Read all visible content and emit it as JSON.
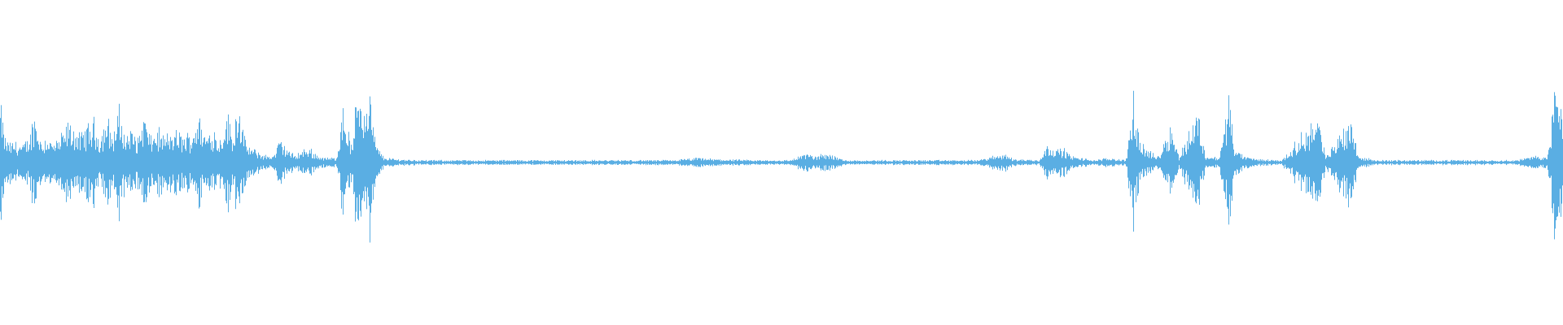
{
  "waveform": {
    "color": "#5aaee3",
    "background": "#ffffff",
    "envelope": [
      {
        "t": 0.0,
        "a": 0.5
      },
      {
        "t": 0.003,
        "a": 0.2
      },
      {
        "t": 0.007,
        "a": 0.16
      },
      {
        "t": 0.01,
        "a": 0.18
      },
      {
        "t": 0.014,
        "a": 0.14
      },
      {
        "t": 0.018,
        "a": 0.2
      },
      {
        "t": 0.022,
        "a": 0.42
      },
      {
        "t": 0.026,
        "a": 0.18
      },
      {
        "t": 0.03,
        "a": 0.22
      },
      {
        "t": 0.034,
        "a": 0.16
      },
      {
        "t": 0.038,
        "a": 0.2
      },
      {
        "t": 0.043,
        "a": 0.32
      },
      {
        "t": 0.047,
        "a": 0.3
      },
      {
        "t": 0.051,
        "a": 0.22
      },
      {
        "t": 0.055,
        "a": 0.3
      },
      {
        "t": 0.06,
        "a": 0.35
      },
      {
        "t": 0.064,
        "a": 0.2
      },
      {
        "t": 0.068,
        "a": 0.4
      },
      {
        "t": 0.072,
        "a": 0.22
      },
      {
        "t": 0.076,
        "a": 0.45
      },
      {
        "t": 0.08,
        "a": 0.22
      },
      {
        "t": 0.084,
        "a": 0.28
      },
      {
        "t": 0.088,
        "a": 0.2
      },
      {
        "t": 0.092,
        "a": 0.42
      },
      {
        "t": 0.096,
        "a": 0.2
      },
      {
        "t": 0.1,
        "a": 0.28
      },
      {
        "t": 0.105,
        "a": 0.22
      },
      {
        "t": 0.109,
        "a": 0.24
      },
      {
        "t": 0.113,
        "a": 0.26
      },
      {
        "t": 0.118,
        "a": 0.22
      },
      {
        "t": 0.122,
        "a": 0.25
      },
      {
        "t": 0.127,
        "a": 0.4
      },
      {
        "t": 0.131,
        "a": 0.22
      },
      {
        "t": 0.136,
        "a": 0.3
      },
      {
        "t": 0.14,
        "a": 0.18
      },
      {
        "t": 0.145,
        "a": 0.42
      },
      {
        "t": 0.149,
        "a": 0.22
      },
      {
        "t": 0.152,
        "a": 0.58
      },
      {
        "t": 0.156,
        "a": 0.2
      },
      {
        "t": 0.16,
        "a": 0.12
      },
      {
        "t": 0.164,
        "a": 0.1
      },
      {
        "t": 0.169,
        "a": 0.06
      },
      {
        "t": 0.175,
        "a": 0.06
      },
      {
        "t": 0.179,
        "a": 0.2
      },
      {
        "t": 0.183,
        "a": 0.12
      },
      {
        "t": 0.188,
        "a": 0.06
      },
      {
        "t": 0.193,
        "a": 0.1
      },
      {
        "t": 0.198,
        "a": 0.12
      },
      {
        "t": 0.203,
        "a": 0.06
      },
      {
        "t": 0.208,
        "a": 0.04
      },
      {
        "t": 0.215,
        "a": 0.04
      },
      {
        "t": 0.219,
        "a": 0.48
      },
      {
        "t": 0.222,
        "a": 0.3
      },
      {
        "t": 0.225,
        "a": 0.12
      },
      {
        "t": 0.229,
        "a": 0.72
      },
      {
        "t": 0.232,
        "a": 0.46
      },
      {
        "t": 0.236,
        "a": 0.66
      },
      {
        "t": 0.24,
        "a": 0.16
      },
      {
        "t": 0.245,
        "a": 0.05
      },
      {
        "t": 0.252,
        "a": 0.03
      },
      {
        "t": 0.27,
        "a": 0.02
      },
      {
        "t": 0.32,
        "a": 0.02
      },
      {
        "t": 0.38,
        "a": 0.02
      },
      {
        "t": 0.43,
        "a": 0.02
      },
      {
        "t": 0.448,
        "a": 0.04
      },
      {
        "t": 0.455,
        "a": 0.03
      },
      {
        "t": 0.48,
        "a": 0.02
      },
      {
        "t": 0.505,
        "a": 0.02
      },
      {
        "t": 0.516,
        "a": 0.08
      },
      {
        "t": 0.52,
        "a": 0.05
      },
      {
        "t": 0.53,
        "a": 0.08
      },
      {
        "t": 0.54,
        "a": 0.02
      },
      {
        "t": 0.58,
        "a": 0.02
      },
      {
        "t": 0.625,
        "a": 0.02
      },
      {
        "t": 0.638,
        "a": 0.06
      },
      {
        "t": 0.642,
        "a": 0.08
      },
      {
        "t": 0.648,
        "a": 0.03
      },
      {
        "t": 0.665,
        "a": 0.02
      },
      {
        "t": 0.67,
        "a": 0.17
      },
      {
        "t": 0.674,
        "a": 0.1
      },
      {
        "t": 0.68,
        "a": 0.12
      },
      {
        "t": 0.686,
        "a": 0.05
      },
      {
        "t": 0.7,
        "a": 0.02
      },
      {
        "t": 0.71,
        "a": 0.04
      },
      {
        "t": 0.72,
        "a": 0.02
      },
      {
        "t": 0.725,
        "a": 0.52
      },
      {
        "t": 0.729,
        "a": 0.18
      },
      {
        "t": 0.735,
        "a": 0.1
      },
      {
        "t": 0.74,
        "a": 0.04
      },
      {
        "t": 0.749,
        "a": 0.32
      },
      {
        "t": 0.754,
        "a": 0.05
      },
      {
        "t": 0.766,
        "a": 0.44
      },
      {
        "t": 0.771,
        "a": 0.06
      },
      {
        "t": 0.78,
        "a": 0.04
      },
      {
        "t": 0.786,
        "a": 0.58
      },
      {
        "t": 0.79,
        "a": 0.1
      },
      {
        "t": 0.797,
        "a": 0.05
      },
      {
        "t": 0.803,
        "a": 0.03
      },
      {
        "t": 0.82,
        "a": 0.02
      },
      {
        "t": 0.843,
        "a": 0.4
      },
      {
        "t": 0.848,
        "a": 0.04
      },
      {
        "t": 0.864,
        "a": 0.4
      },
      {
        "t": 0.869,
        "a": 0.05
      },
      {
        "t": 0.88,
        "a": 0.02
      },
      {
        "t": 0.93,
        "a": 0.02
      },
      {
        "t": 0.97,
        "a": 0.02
      },
      {
        "t": 0.983,
        "a": 0.06
      },
      {
        "t": 0.99,
        "a": 0.05
      },
      {
        "t": 0.993,
        "a": 0.4
      },
      {
        "t": 0.995,
        "a": 0.8
      },
      {
        "t": 0.997,
        "a": 0.6
      },
      {
        "t": 1.0,
        "a": 0.5
      }
    ]
  }
}
